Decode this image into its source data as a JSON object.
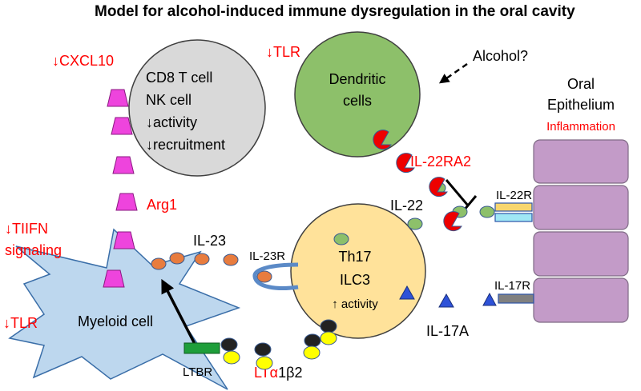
{
  "title": "Model for alcohol-induced immune dysregulation in the oral cavity",
  "cd8_cell": {
    "line1": "CD8 T cell",
    "line2": "NK cell",
    "line3": "↓activity",
    "line4": "↓recruitment"
  },
  "dendritic": {
    "line1": "Dendritic",
    "line2": "cells"
  },
  "th17": {
    "line1": "Th17",
    "line2": "ILC3",
    "line3": "↑ activity"
  },
  "myeloid": "Myeloid cell",
  "epithelium": {
    "line1": "Oral",
    "line2": "Epithelium",
    "line3": "Inflammation"
  },
  "labels": {
    "cxcl10": "↓CXCL10",
    "tlr_top": "↓TLR",
    "alcohol": "Alcohol?",
    "il22ra2": "IL-22RA2",
    "il22": "IL-22",
    "il22r": "IL-22R",
    "arg1": "Arg1",
    "tiifn_1": "↓TIIFN",
    "tiifn_2": "signaling",
    "il23": "IL-23",
    "il23r": "IL-23R",
    "il17r": "IL-17R",
    "il17a": "IL-17A",
    "tlr_left": "↓TLR",
    "ltbr": "LTBR",
    "lta_red": "LTα",
    "lta_black": "1β2"
  },
  "colors": {
    "red_text": "#ff0000",
    "cd8_fill": "#d9d9d9",
    "dendritic_fill": "#8dc06a",
    "th17_fill": "#ffe29a",
    "myeloid_fill": "#bdd7ee",
    "epithelium_fill": "#c39bc8",
    "arg1_marker": "#ee44dd",
    "il23_dot": "#e87c3e",
    "il22_dot": "#8dc06a",
    "il17a_triangle": "#2e52d8",
    "il22r_yellow": "#f7d66e",
    "il22r_cyan": "#9fe7f5",
    "ltbr_green": "#1e9e3a",
    "lta_yellow": "#ffff00",
    "il22ra2_red": "#ee0000"
  }
}
